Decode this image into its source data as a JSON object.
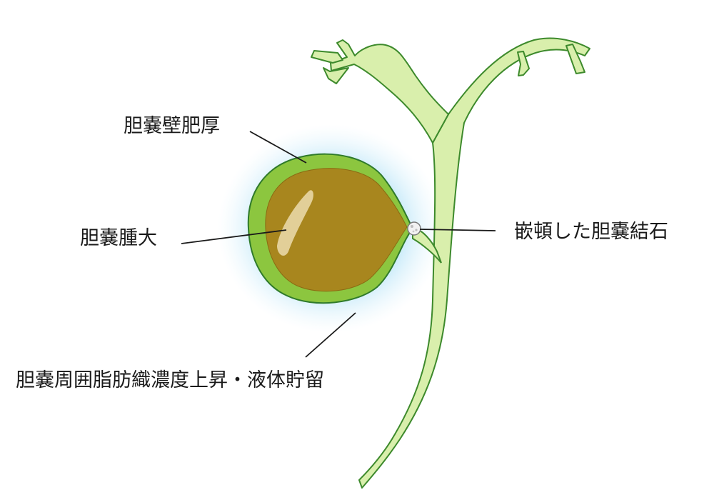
{
  "labels": {
    "wall_thickening": "胆嚢壁肥厚",
    "enlargement": "胆嚢腫大",
    "impacted_stone": "嵌頓した胆嚢結石",
    "pericholecystic": "胆嚢周囲脂肪織濃度上昇・液体貯留"
  },
  "colors": {
    "duct_fill": "#d9efac",
    "duct_stroke": "#3d8a2c",
    "wall": "#8cc63f",
    "bile": "#a8861e",
    "glow": "#6cc6f0",
    "highlight": "#ecdcae",
    "stone": "#f2f2f2"
  }
}
